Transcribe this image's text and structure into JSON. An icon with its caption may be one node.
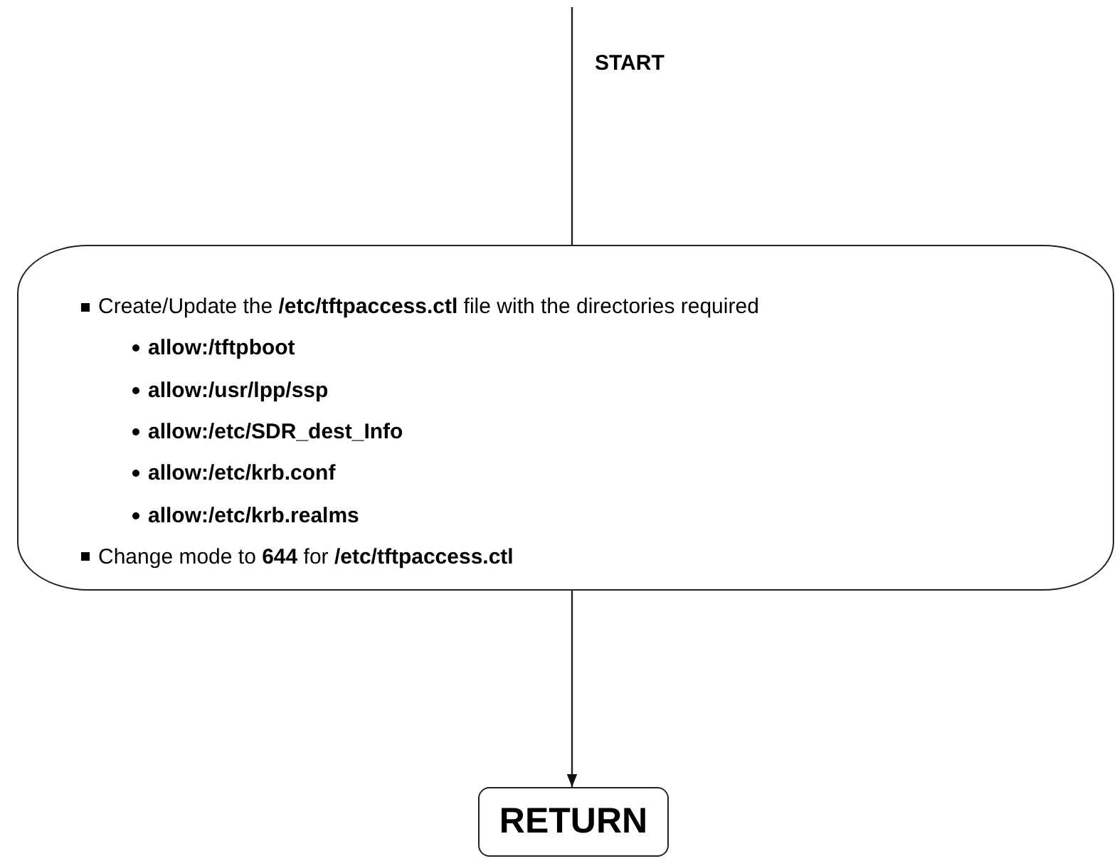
{
  "diagram": {
    "nodes": [
      {
        "text": [
          "Create/Update the **/etc/tftpaccess.ctl** file with the directories required",
          "allow:/tftpboot",
          "allow:/usr/lpp/ssp",
          "allow:/etc/SDR_dest_Info",
          "allow:/etc/krb.conf",
          "allow:/etc/krb.realms",
          "Change mode to **644** for **/etc/tftpaccess.ctl**"
        ]
      },
      {
        "text": [
          "RETURN"
        ]
      }
    ],
    "edges": [
      {
        "from": null,
        "to": 0,
        "arrow": "none"
      },
      {
        "from": 0,
        "to": 1,
        "arrow": "to"
      }
    ],
    "labels": [
      "START"
    ]
  }
}
